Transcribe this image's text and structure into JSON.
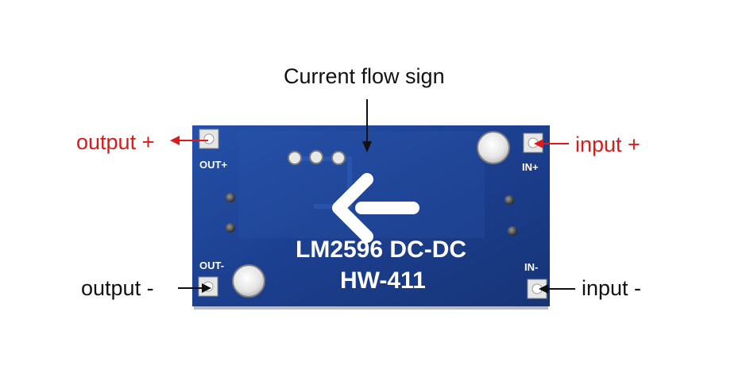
{
  "annotations": {
    "current_flow": "Current flow sign",
    "output_plus": "output +",
    "output_minus": "output -",
    "input_plus": "input +",
    "input_minus": "input -"
  },
  "board": {
    "line1": "LM2596 DC-DC",
    "line2": "HW-411",
    "pad_out_plus": "OUT+",
    "pad_out_minus": "OUT-",
    "pad_in_plus": "IN+",
    "pad_in_minus": "IN-"
  },
  "colors": {
    "pcb_blue": "#1c3f8f",
    "label_red": "#e01818",
    "label_black": "#111111"
  }
}
